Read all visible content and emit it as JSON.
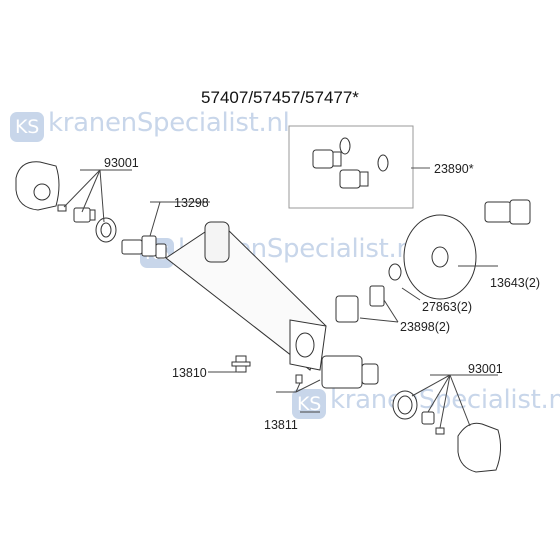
{
  "title": "57407/57457/57477*",
  "watermark": {
    "logo": "KS",
    "text": "kranenSpecialist.nl",
    "color": "#c8d6ea"
  },
  "parts": {
    "p93001_top": "93001",
    "p13298": "13298",
    "p23890": "23890*",
    "p13643": "13643(2)",
    "p27863": "27863(2)",
    "p23898": "23898(2)",
    "p13810": "13810",
    "p93001_bottom": "93001",
    "p13811": "13811"
  }
}
